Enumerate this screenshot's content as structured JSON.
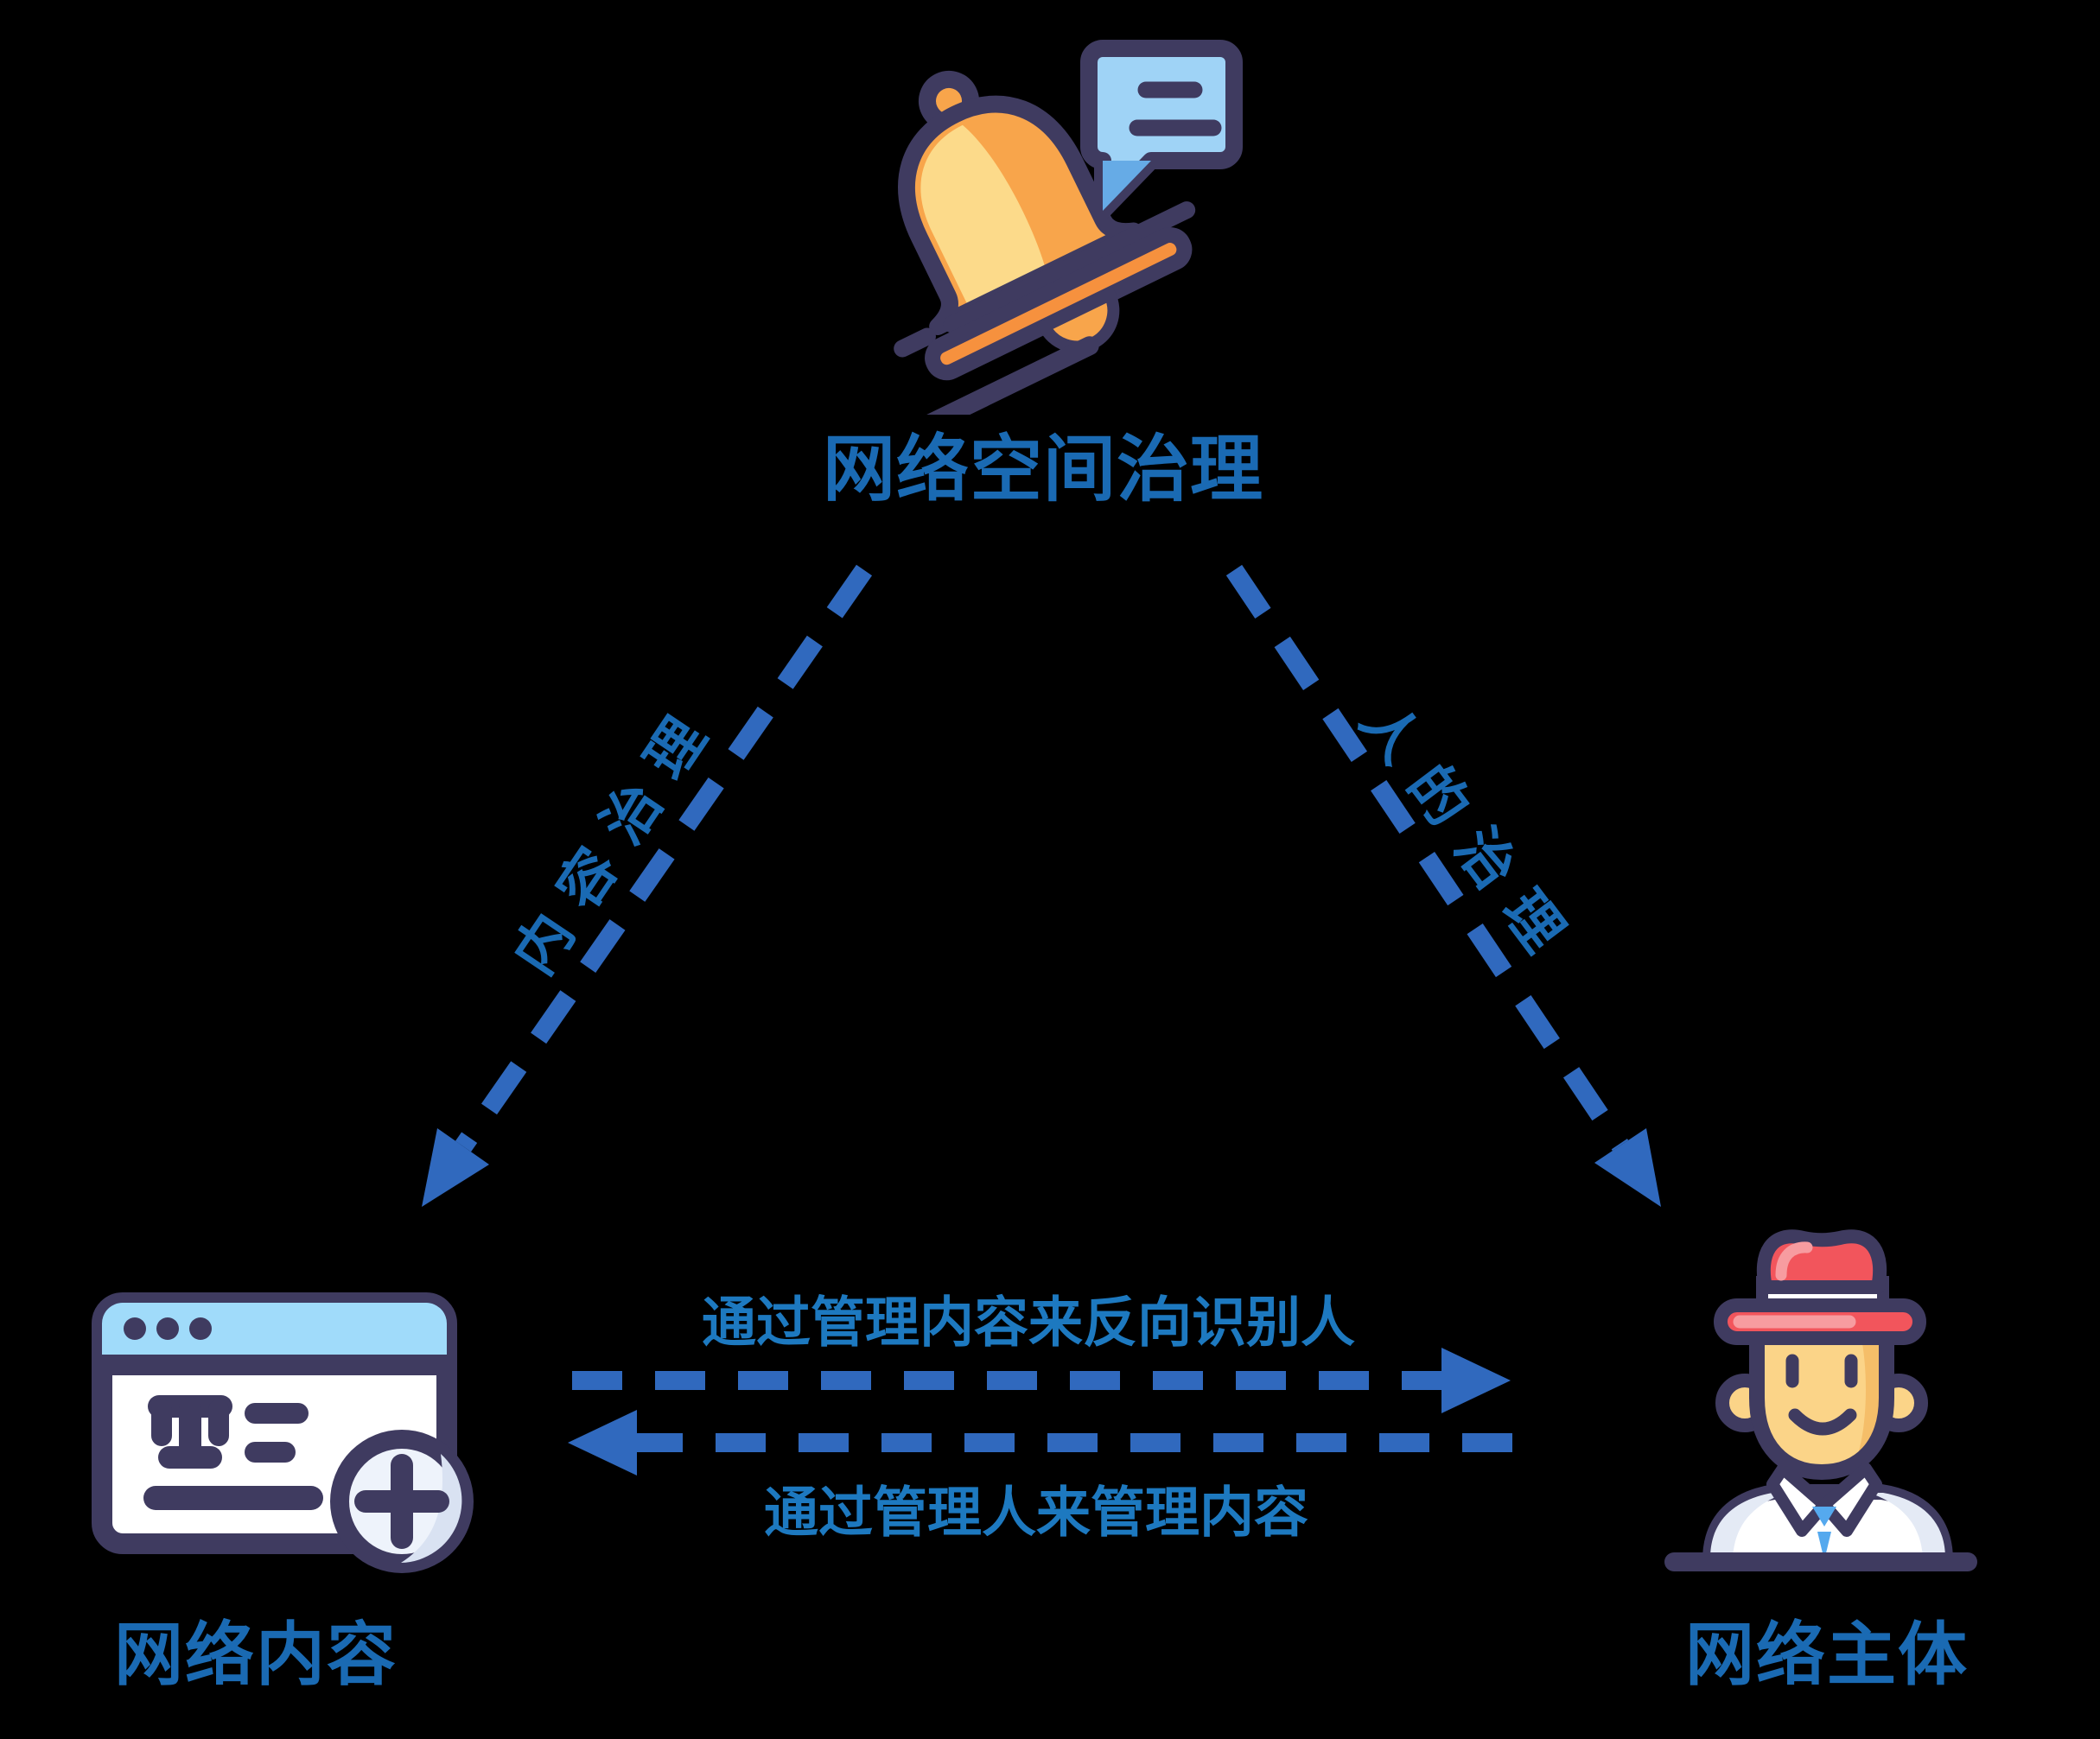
{
  "diagram": {
    "type": "triangle-relationship",
    "nodes": {
      "top": {
        "label": "网络空间治理",
        "icon": "notification-bell-with-message"
      },
      "bottom_left": {
        "label": "网络内容",
        "icon": "web-page-with-add"
      },
      "bottom_right": {
        "label": "网络主体",
        "icon": "person-with-hat"
      }
    },
    "edges": {
      "content_governance": {
        "label": "内容治理",
        "from": "top",
        "to": "bottom_left",
        "style": "dashed-arrow"
      },
      "people_governance": {
        "label": "人的治理",
        "from": "top",
        "to": "bottom_right",
        "style": "dashed-arrow"
      },
      "content_to_people": {
        "label": "通过管理内容来反向识别人",
        "from": "bottom_left",
        "to": "bottom_right",
        "style": "dashed-arrow"
      },
      "people_to_content": {
        "label": "通过管理人来管理内容",
        "from": "bottom_right",
        "to": "bottom_left",
        "style": "dashed-arrow"
      }
    },
    "colors": {
      "background": "#000000",
      "label_blue": "#1A6AB3",
      "mid_label_blue": "#1D79C0",
      "arrow_blue": "#3069BE",
      "outline_navy": "#3F3B60",
      "bell_orange": "#F8A54B",
      "bell_cream": "#FCDA8A",
      "bell_bar_orange": "#F6913E",
      "bubble_blue": "#9FD3F6",
      "bubble_dark_blue": "#66ABE6",
      "browser_header_blue": "#A0DBFA",
      "plus_circle_fill": "#EEF3FB",
      "hat_red": "#F2555C",
      "hat_pink": "#F79CA0",
      "face_yellow": "#FBD488",
      "tie_blue": "#55A9EE",
      "shirt_white": "#FFFFFF"
    }
  }
}
